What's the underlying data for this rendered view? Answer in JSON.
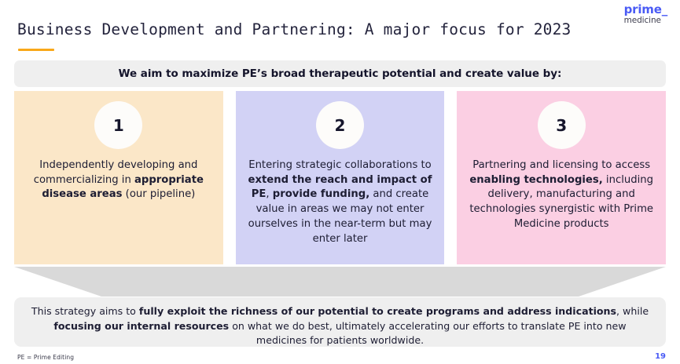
{
  "logo": {
    "primary": "prime_",
    "secondary": "medicine",
    "primary_color": "#4a5bf5",
    "secondary_color": "#3d3d4e"
  },
  "title": "Business Development and Partnering: A major focus for 2023",
  "accent_color": "#f9a81a",
  "header": {
    "text": "We aim to maximize PE’s broad therapeutic potential and create value by:",
    "background": "#efefef"
  },
  "cards": [
    {
      "number": "1",
      "background": "#fbe7c8",
      "text_html": "Independently developing and commercializing in <b>appropriate disease areas</b> (our pipeline)",
      "text_plain": "Independently developing and commercializing in appropriate disease areas (our pipeline)"
    },
    {
      "number": "2",
      "background": "#d2d2f5",
      "text_html": "Entering strategic collaborations to <b>extend the reach and impact of PE</b>, <b>provide funding,</b> and create value in areas we may not enter ourselves in the near-term but may enter later",
      "text_plain": "Entering strategic collaborations to extend the reach and impact of PE, provide funding, and create value in areas we may not enter ourselves in the near-term but may enter later"
    },
    {
      "number": "3",
      "background": "#fbcfe3",
      "text_html": "Partnering and licensing to access <b>enabling technologies,</b> including delivery, manufacturing and technologies synergistic with Prime Medicine products",
      "text_plain": "Partnering and licensing to access enabling technologies, including delivery, manufacturing and technologies synergistic with Prime Medicine products"
    }
  ],
  "chevron": {
    "color": "#d9d9d9",
    "direction": "down"
  },
  "summary": {
    "text_html": "This strategy aims to <b>fully exploit the richness of our potential to create programs and address indications</b>, while <b>focusing our internal resources</b> on what we do best, ultimately accelerating our efforts to translate PE into new medicines for patients worldwide.",
    "text_plain": "This strategy aims to fully exploit the richness of our potential to create programs and address indications, while focusing our internal resources on what we do best, ultimately accelerating our efforts to translate PE into new medicines for patients worldwide.",
    "background": "#efefef"
  },
  "footnote": "PE = Prime Editing",
  "page_number": "19"
}
